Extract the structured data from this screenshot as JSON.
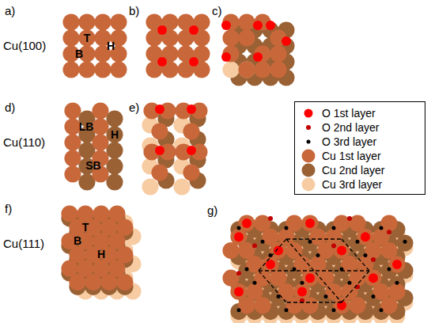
{
  "diagram": {
    "labels": [
      "a)",
      "Cu(100)",
      "T",
      "H",
      "B",
      "b)",
      "c)",
      "d)",
      "Cu(110)",
      "LB",
      "H",
      "SB",
      "e)",
      "f)",
      "Cu(111)",
      "T",
      "H",
      "B",
      "g)"
    ],
    "legend": [
      {
        "text": "O 1st layer",
        "color": "#ff0000"
      },
      {
        "text": "O 2nd layer",
        "color": "#c00000"
      },
      {
        "text": "O 3rd layer",
        "color": "#000000"
      },
      {
        "text": "Cu 1st layer",
        "color": "#c8683a"
      },
      {
        "text": "Cu 2nd layer",
        "color": "#9a6135"
      },
      {
        "text": "Cu 3rd layer",
        "color": "#f7cca3"
      }
    ]
  }
}
